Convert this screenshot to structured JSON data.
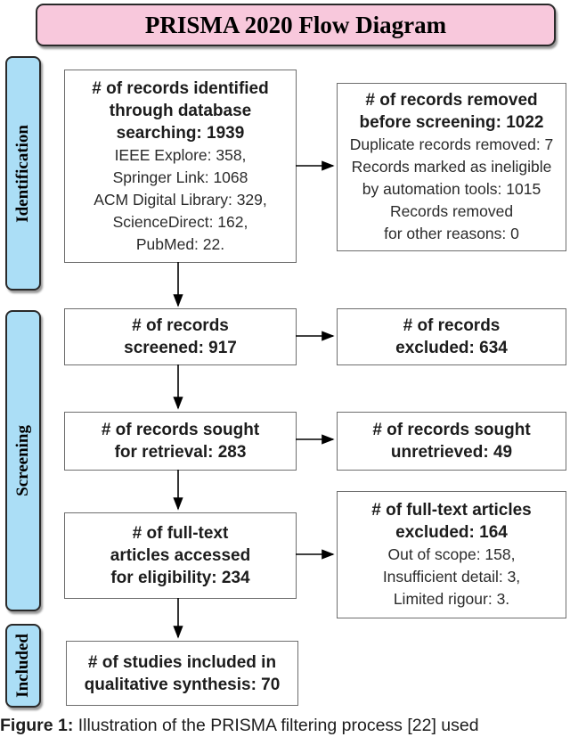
{
  "title": "PRISMA 2020 Flow Diagram",
  "colors": {
    "title_bg": "#f8c8dc",
    "stage_bg": "#abdef6",
    "outline": "#2a2a2a",
    "box_border": "#6e6e6e",
    "arrow": "#000000"
  },
  "stages": [
    {
      "label": "Identification"
    },
    {
      "label": "Screening"
    },
    {
      "label": "Included"
    }
  ],
  "flow": {
    "identified": {
      "bold": [
        "# of records identified",
        "through database",
        "searching: 1939"
      ],
      "detail": [
        "IEEE Explore: 358,",
        "Springer Link: 1068",
        "ACM Digital Library: 329,",
        "ScienceDirect: 162,",
        "PubMed: 22."
      ]
    },
    "removed": {
      "bold": [
        "# of records removed",
        "before screening: 1022"
      ],
      "detail": [
        "Duplicate records removed: 7",
        "Records marked as ineligible",
        "by automation tools: 1015",
        "Records removed",
        "for other reasons: 0"
      ]
    },
    "screened": {
      "bold": [
        "# of records",
        "screened: 917"
      ]
    },
    "excluded": {
      "bold": [
        "# of records",
        "excluded: 634"
      ]
    },
    "sought": {
      "bold": [
        "# of records sought",
        "for retrieval: 283"
      ]
    },
    "unretrieved": {
      "bold": [
        "# of records sought",
        "unretrieved: 49"
      ]
    },
    "fulltext": {
      "bold": [
        "# of full-text",
        "articles accessed",
        "for eligibility: 234"
      ]
    },
    "fulltext_excluded": {
      "bold": [
        "# of full-text articles",
        "excluded: 164"
      ],
      "detail": [
        "Out of scope: 158,",
        "Insufficient detail: 3,",
        "Limited rigour: 3."
      ]
    },
    "included": {
      "bold": [
        "# of studies included in",
        "qualitative synthesis: 70"
      ]
    }
  },
  "caption": {
    "label": "Figure 1:",
    "text": " Illustration of the PRISMA filtering process [22] used"
  }
}
